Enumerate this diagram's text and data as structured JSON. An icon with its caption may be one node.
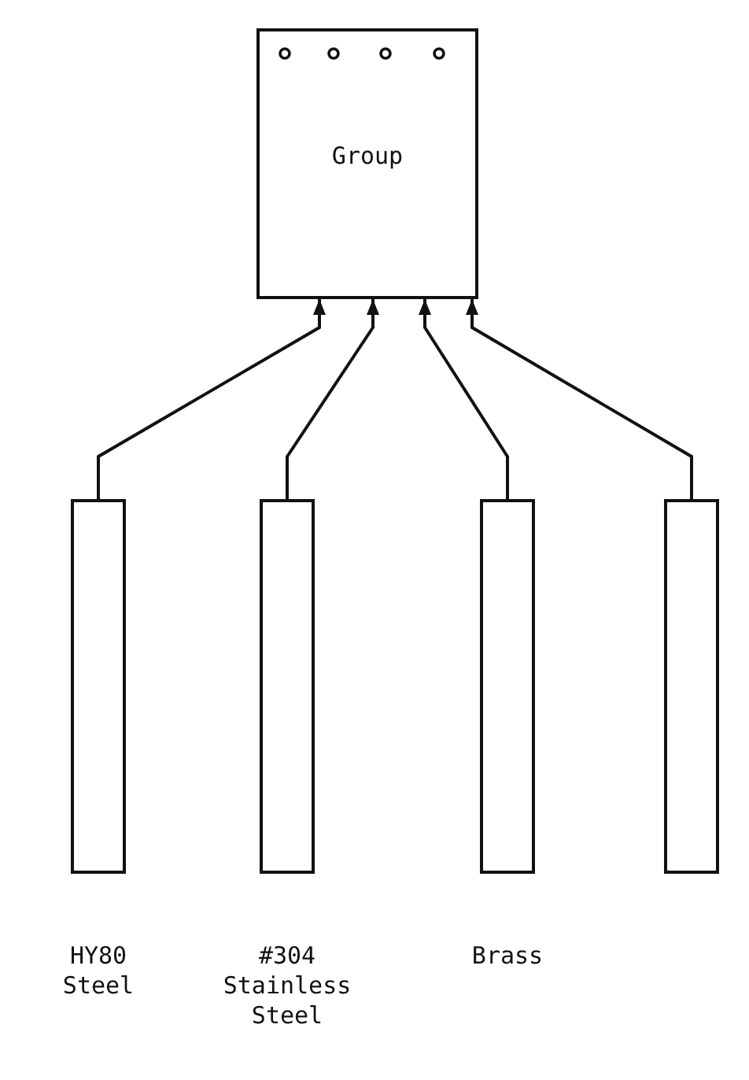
{
  "diagram": {
    "nodes": [
      {
        "text": [
          "Group"
        ]
      },
      {
        "text": [],
        "shape": "bar",
        "beside": [
          "HY80 Steel"
        ]
      },
      {
        "text": [],
        "shape": "bar",
        "beside": [
          "#304 Stainless Steel"
        ]
      },
      {
        "text": [],
        "shape": "bar",
        "beside": [
          "Brass"
        ]
      },
      {
        "text": [],
        "shape": "bar"
      }
    ],
    "edges": [
      {
        "from": 1,
        "to": 0,
        "arrow": "to"
      },
      {
        "from": 2,
        "to": 0,
        "arrow": "to"
      },
      {
        "from": 3,
        "to": 0,
        "arrow": "to"
      },
      {
        "from": 4,
        "to": 0,
        "arrow": "to"
      }
    ]
  }
}
